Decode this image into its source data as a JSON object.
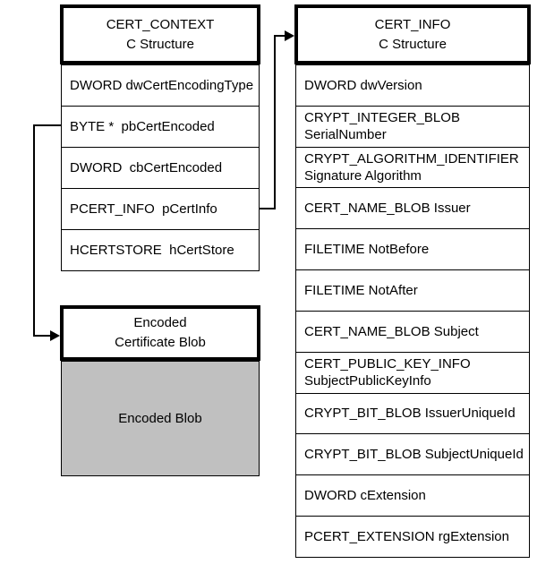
{
  "cert_context": {
    "title": "CERT_CONTEXT",
    "subtitle": "C Structure",
    "fields": [
      "DWORD dwCertEncodingType",
      "BYTE *  pbCertEncoded",
      "DWORD  cbCertEncoded",
      "PCERT_INFO  pCertInfo",
      "HCERTSTORE  hCertStore"
    ]
  },
  "cert_info": {
    "title": "CERT_INFO",
    "subtitle": "C Structure",
    "fields": [
      "DWORD dwVersion",
      "CRYPT_INTEGER_BLOB\nSerialNumber",
      "CRYPT_ALGORITHM_IDENTIFIER\nSignature Algorithm",
      "CERT_NAME_BLOB Issuer",
      "FILETIME NotBefore",
      "FILETIME NotAfter",
      "CERT_NAME_BLOB Subject",
      "CERT_PUBLIC_KEY_INFO\nSubjectPublicKeyInfo",
      "CRYPT_BIT_BLOB IssuerUniqueId",
      "CRYPT_BIT_BLOB SubjectUniqueId",
      "DWORD cExtension",
      "PCERT_EXTENSION rgExtension"
    ]
  },
  "encoded_blob": {
    "title": "Encoded",
    "subtitle": "Certificate Blob",
    "body_label": "Encoded Blob"
  },
  "connections": [
    {
      "from": "BYTE * pbCertEncoded",
      "to": "Encoded Certificate Blob"
    },
    {
      "from": "PCERT_INFO pCertInfo",
      "to": "CERT_INFO C Structure"
    }
  ],
  "colors": {
    "line": "#000000",
    "background": "#ffffff",
    "blob_fill": "#c0c0c0"
  }
}
